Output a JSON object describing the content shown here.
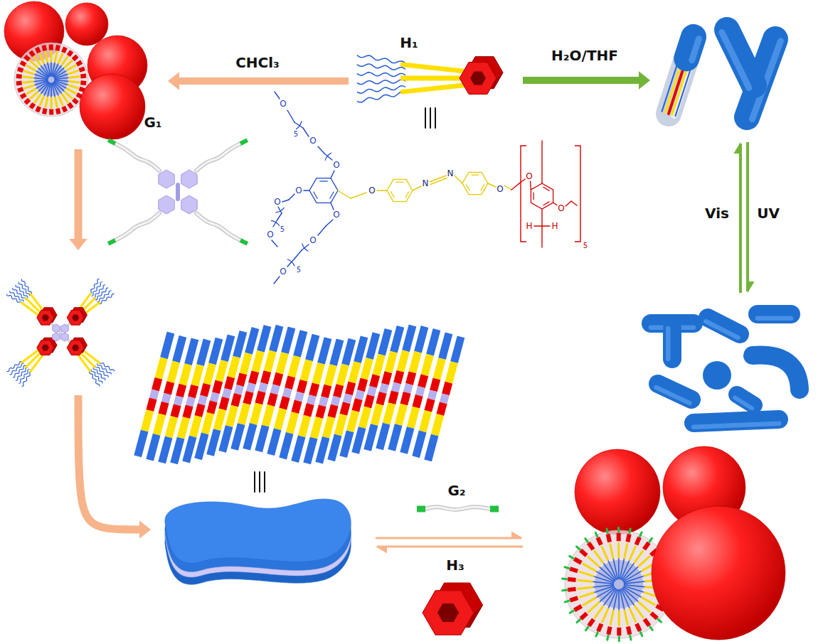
{
  "diagram": {
    "labels": [
      "CHCl₃",
      "H₁",
      "H₂O/THF",
      "O",
      "5",
      "O",
      "O",
      "O",
      "O",
      "5",
      "O",
      "O",
      "O",
      "5",
      "O",
      "O",
      "N",
      "N",
      "O",
      "O",
      "O",
      "H",
      "H",
      "5",
      "G₁",
      "Vis",
      "UV",
      "G₂",
      "H₃"
    ]
  }
}
